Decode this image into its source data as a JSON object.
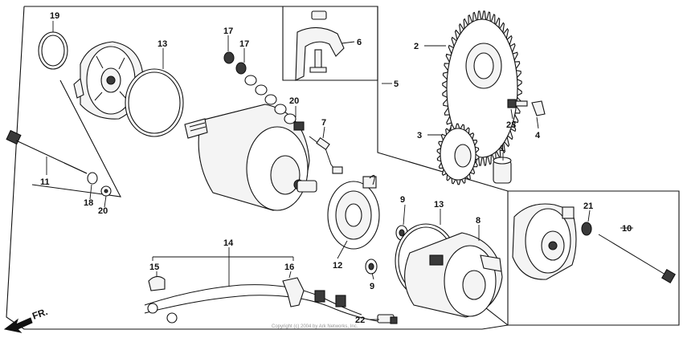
{
  "diagram": {
    "callouts": [
      "19",
      "13",
      "17",
      "17",
      "6",
      "2",
      "5",
      "20",
      "7",
      "3",
      "23",
      "4",
      "1",
      "11",
      "18",
      "20",
      "9",
      "13",
      "8",
      "21",
      "10",
      "14",
      "15",
      "16",
      "12",
      "9",
      "22"
    ],
    "direction_label": "FR.",
    "watermark": "Copyright (c) 2004 by Ark Networks, Inc."
  },
  "colors": {
    "ink": "#111111",
    "background": "#ffffff",
    "watermark": "#9a9a9a"
  }
}
